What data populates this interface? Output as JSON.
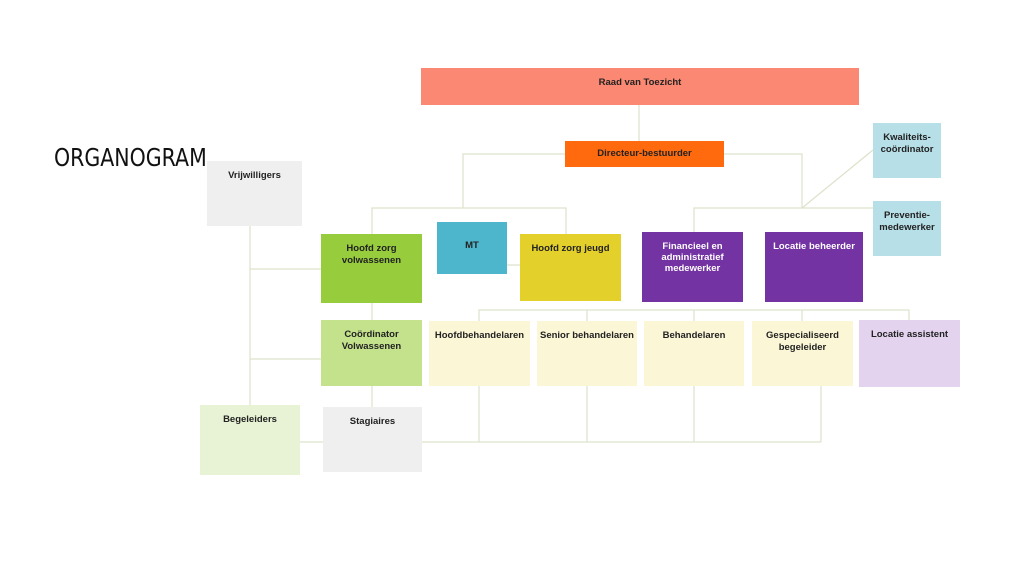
{
  "title": "ORGANOGRAM",
  "colors": {
    "raad": "#FA8872",
    "directeur": "#FF6A0F",
    "mt": "#4DB6CC",
    "hoofd_volw": "#97CC3C",
    "hoofd_jeugd": "#E4D02B",
    "paars": "#7333A2",
    "licht_blauw": "#B7DFE8",
    "grijs": "#EFEFEF",
    "licht_groen": "#C4E18C",
    "zeer_licht_groen": "#E7F3D4",
    "creme": "#FBF6D5",
    "lila": "#E3D3EF",
    "lijn": "#DCE3CB"
  },
  "nodes": {
    "raad": "Raad van Toezicht",
    "directeur": "Directeur-bestuurder",
    "kwaliteit": "Kwaliteits-\ncoördinator",
    "vrijwilligers": "Vrijwilligers",
    "preventie": "Preventie-\nmedewerker",
    "hoofd_volwassenen": "Hoofd zorg\nvolwassenen",
    "mt": "MT",
    "hoofd_jeugd": "Hoofd zorg jeugd",
    "financieel": "Financieel en\nadministratief\nmedewerker",
    "locatie_beheerder": "Locatie beheerder",
    "coordinator": "Coördinator\nVolwassenen",
    "hoofdbehandelaren": "Hoofdbehandelaren",
    "senior": "Senior behandelaren",
    "behandelaren": "Behandelaren",
    "gespecialiseerd": "Gespecialiseerd\nbegeleider",
    "locatie_assistent": "Locatie assistent",
    "begeleiders": "Begeleiders",
    "stagiaires": "Stagiaires"
  }
}
